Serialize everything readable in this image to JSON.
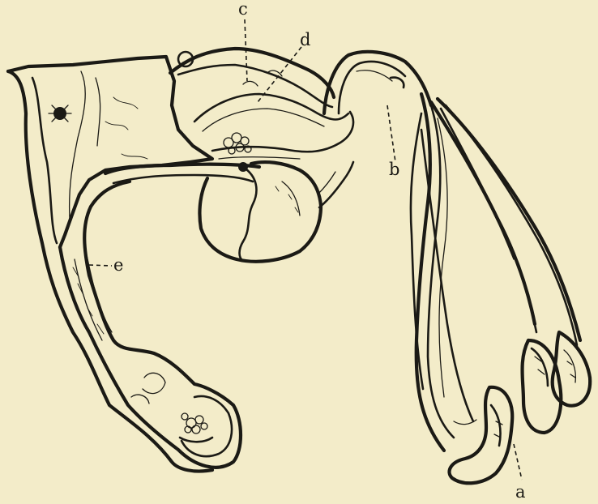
{
  "figure": {
    "labels": {
      "a": "a",
      "b": "b",
      "c": "c",
      "d": "d",
      "e": "e"
    },
    "colors": {
      "paper": "#f3ecc9",
      "ink": "#1b1a15"
    }
  }
}
